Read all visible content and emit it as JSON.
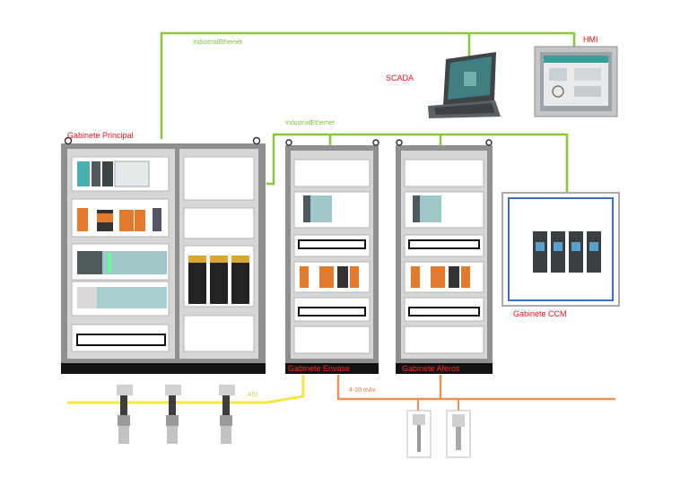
{
  "colors": {
    "ethernet": "#8cc63f",
    "asi": "#f2e84a",
    "analog": "#e8935a",
    "cabinet_frame": "#9a9a9a",
    "cabinet_base": "#111111",
    "label_red": "#e0141e"
  },
  "network": {
    "ethernet_top_label": "IndustrialEthernet",
    "ethernet_mid_label": "IndustrialEthernet",
    "asi_label": "ASI",
    "analog_label": "4-20 mAv"
  },
  "devices": {
    "scada_label": "SCADA",
    "hmi_label": "HMI"
  },
  "cabinets": {
    "principal": "Gabinete Principal",
    "envase": "Gabinete Envase",
    "aferos": "Gabinete Aferos",
    "ccm": "Gabinete CCM"
  }
}
